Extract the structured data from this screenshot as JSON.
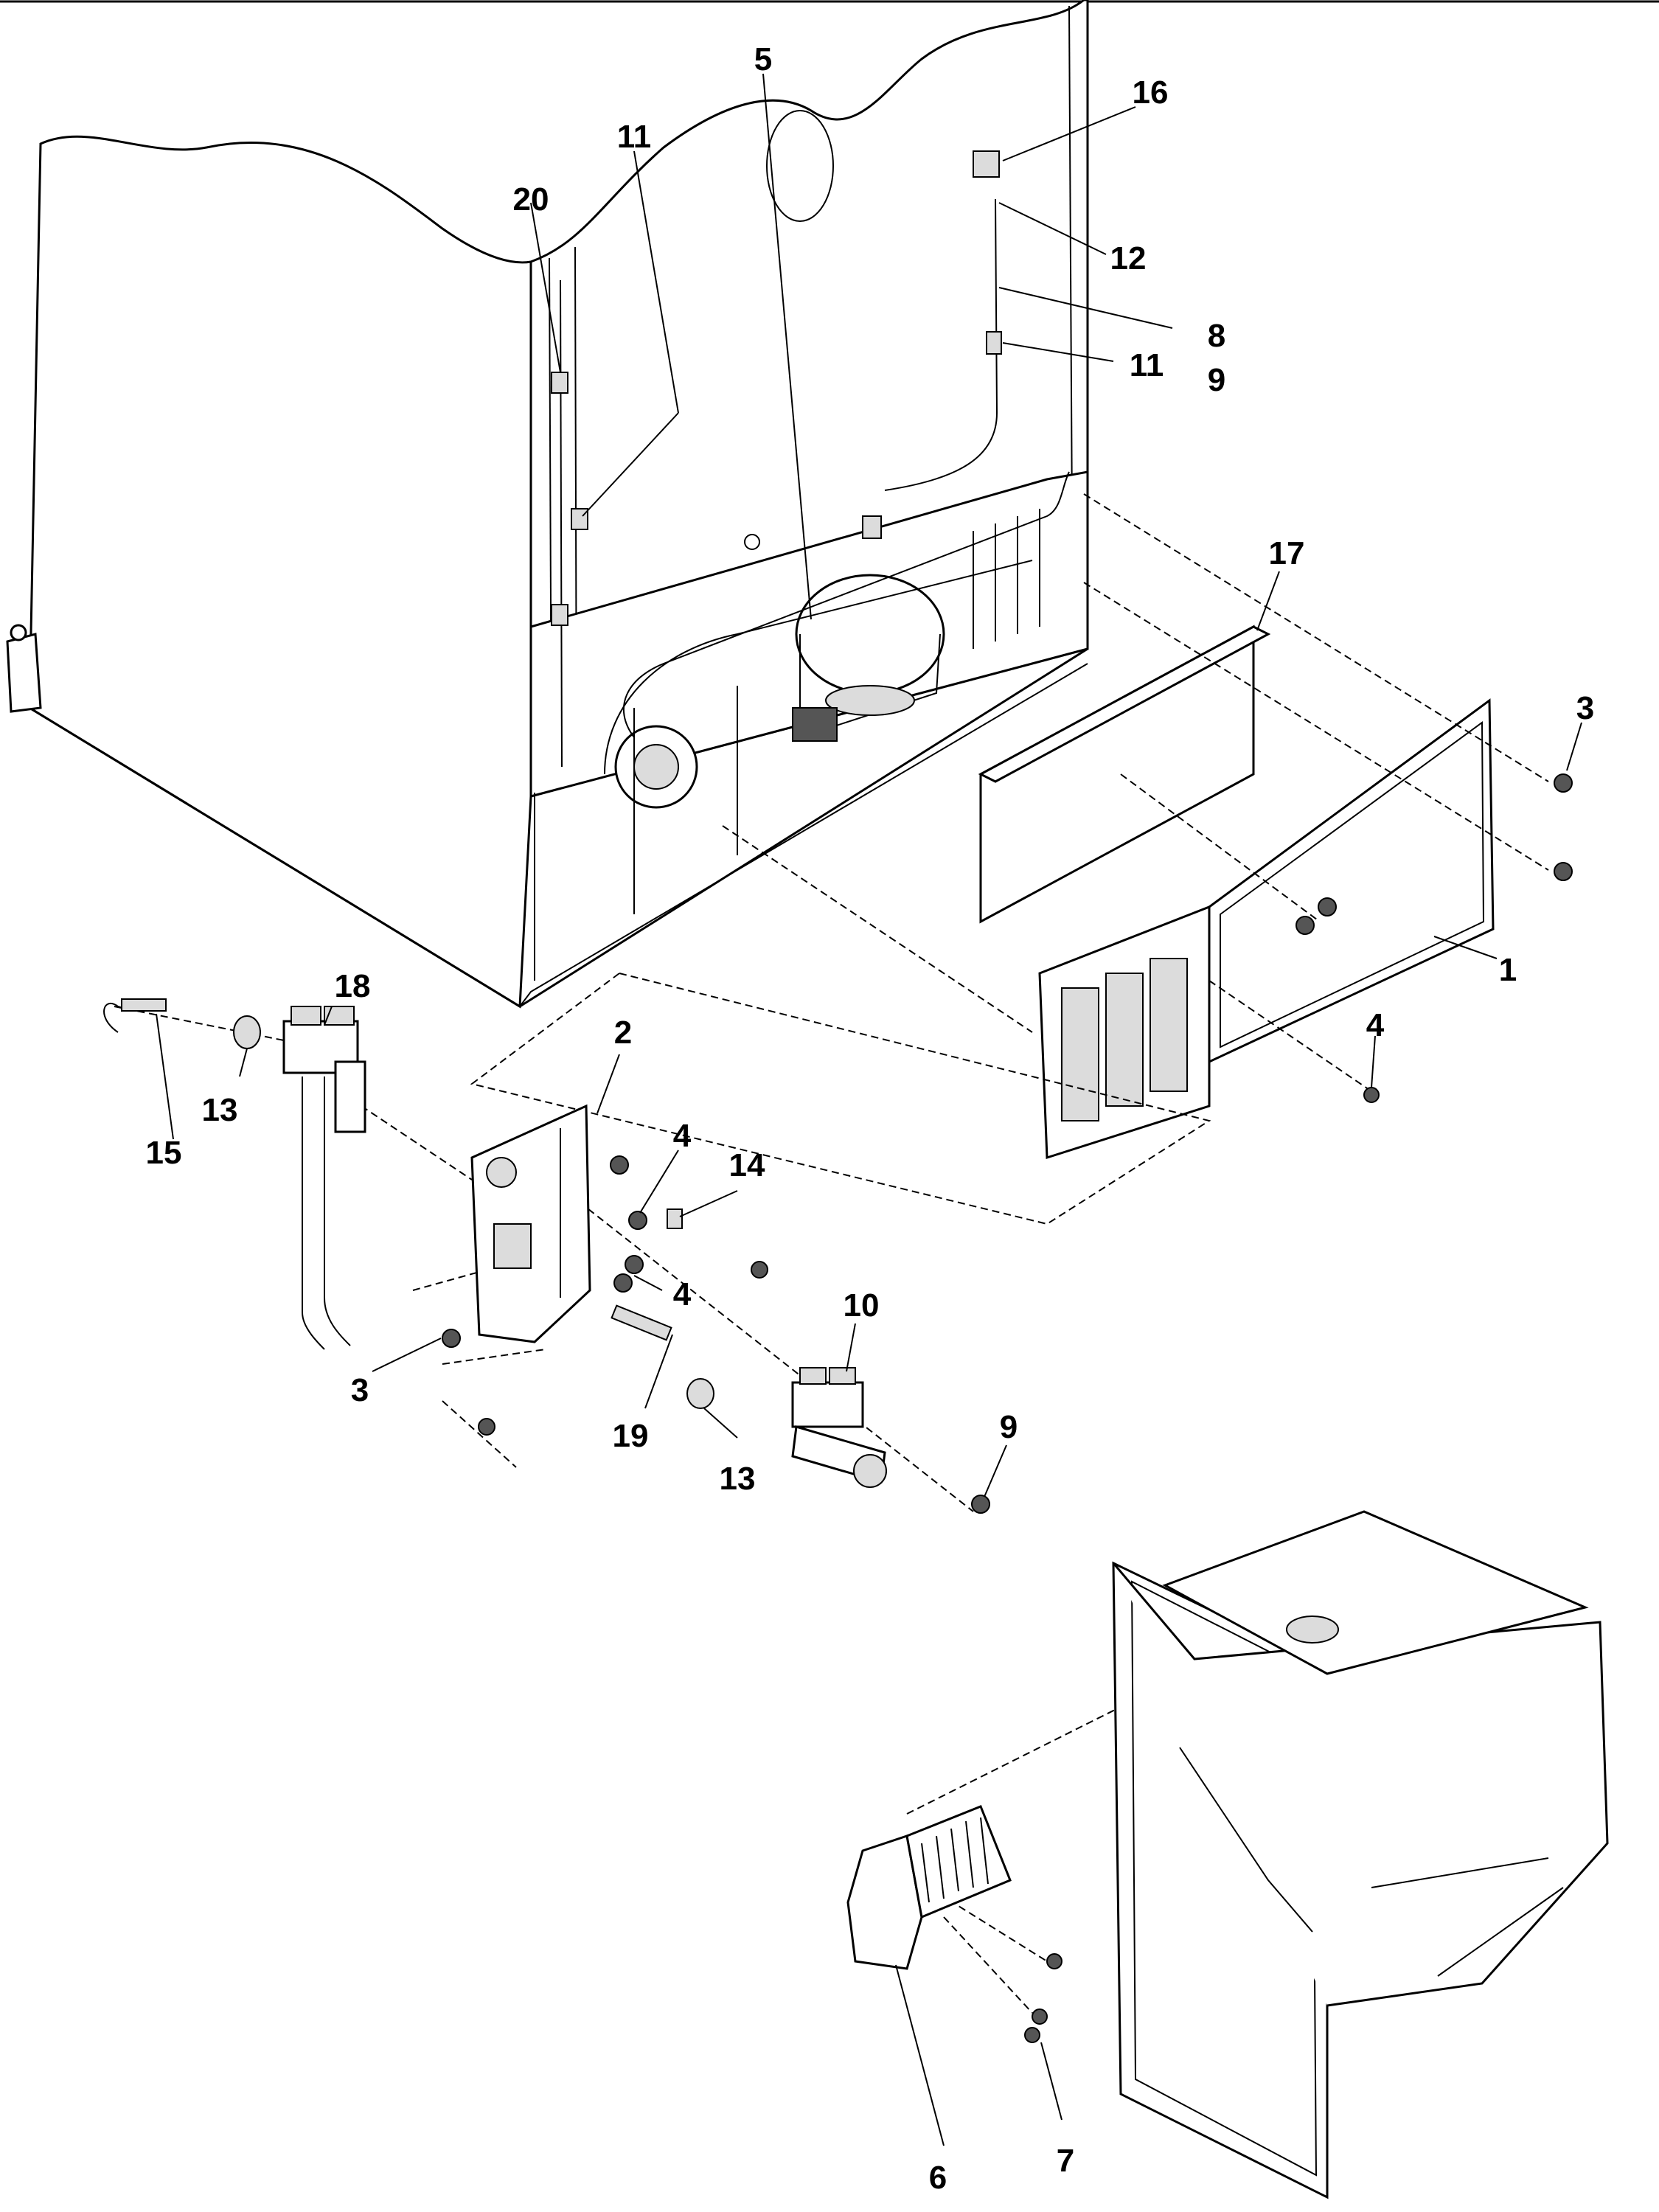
{
  "callouts": {
    "c1": "1",
    "c2": "2",
    "c3a": "3",
    "c3b": "3",
    "c4a": "4",
    "c4b": "4",
    "c4c": "4",
    "c5": "5",
    "c6": "6",
    "c7": "7",
    "c8": "8",
    "c9a": "9",
    "c9b": "9",
    "c10": "10",
    "c11a": "11",
    "c11b": "11",
    "c12": "12",
    "c13a": "13",
    "c13b": "13",
    "c14": "14",
    "c15": "15",
    "c16": "16",
    "c17": "17",
    "c18": "18",
    "c19": "19",
    "c20": "20"
  },
  "parts": {
    "rear_cover": "1",
    "valve_bracket": "2",
    "screw": "3",
    "screw_small": "4",
    "water_tube": "5",
    "icemaker": "6",
    "icemaker_screw": "7",
    "fill_tube": "8",
    "valve_screw": "9",
    "water_valve": "10",
    "clip": "11",
    "grommet": "12",
    "nut": "13",
    "clamp": "14",
    "inlet_tube": "15",
    "fill_cup": "16",
    "insulation": "17",
    "dual_valve": "18",
    "adapter": "19",
    "tube_clip": "20"
  }
}
